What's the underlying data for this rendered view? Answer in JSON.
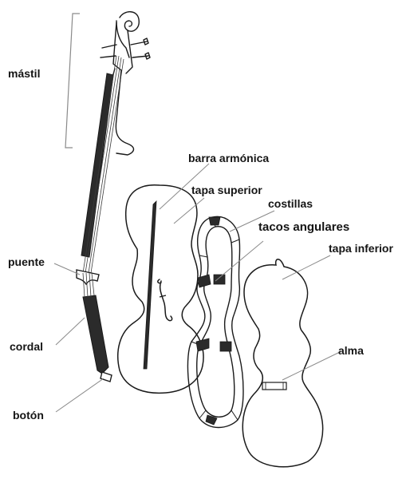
{
  "diagram": {
    "labels": {
      "mastil": "mástil",
      "barra_armonica": "barra armónica",
      "tapa_superior": "tapa superior",
      "costillas": "costillas",
      "tacos_angulares": "tacos angulares",
      "tapa_inferior": "tapa inferior",
      "puente": "puente",
      "cordal": "cordal",
      "alma": "alma",
      "boton": "botón"
    },
    "colors": {
      "ink": "#1a1a1a",
      "leader": "#8a8a8a",
      "fingerboard": "#2b2b2b",
      "background": "#ffffff"
    }
  }
}
